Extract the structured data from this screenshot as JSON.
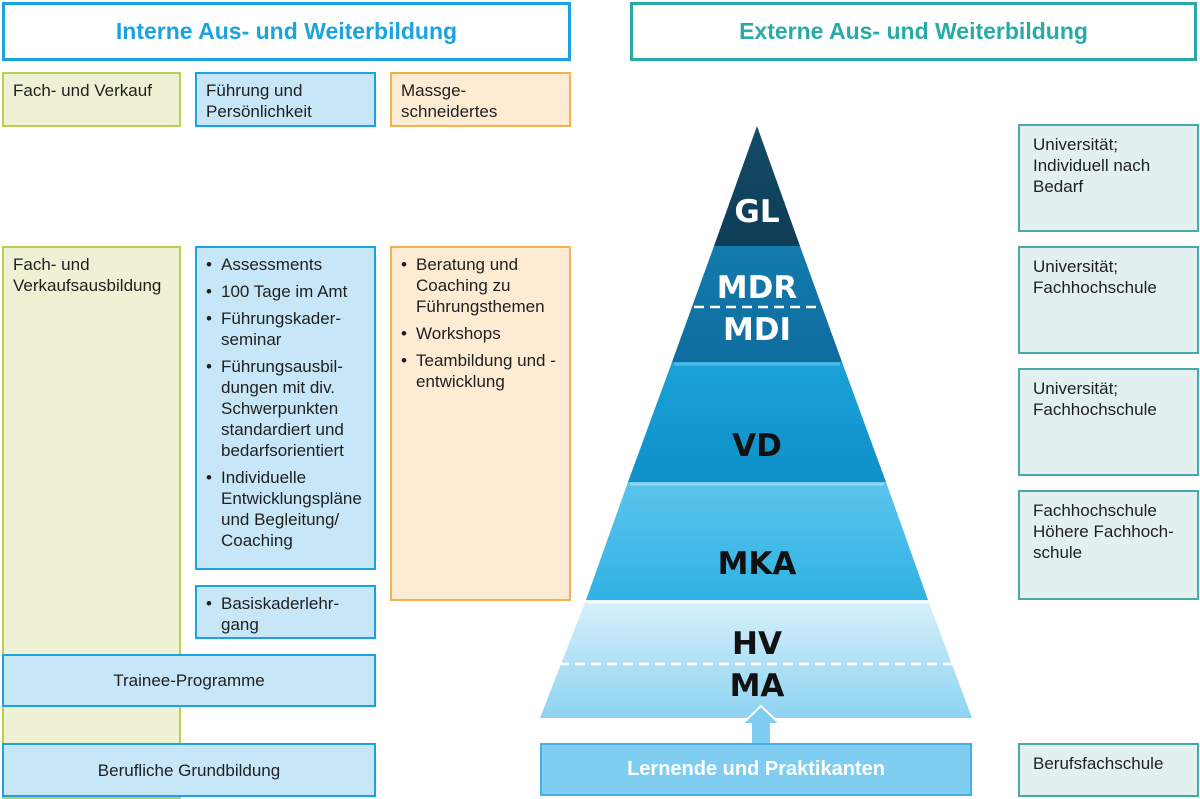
{
  "headers": {
    "internal": "Interne Aus- und Weiterbildung",
    "external": "Externe Aus- und Weiterbildung"
  },
  "internal": {
    "top_green": "Fach- und Verkauf",
    "top_blue": "Führung und Persönlichkeit",
    "top_orange": "Massge-schneidertes",
    "green_main": "Fach- und Verkaufsausbildung",
    "blue_list": [
      "Assessments",
      "100 Tage im Amt",
      "Führungskader-seminar",
      "Führungsausbil-dungen mit div. Schwerpunkten standardiert und bedarfsorientiert",
      "Individuelle Entwicklungspläne und Begleitung/ Coaching"
    ],
    "orange_list": [
      "Beratung und Coaching zu Führungsthemen",
      "Workshops",
      "Teambildung und -entwicklung"
    ],
    "basis_list": [
      "Basiskaderlehr-gang"
    ],
    "trainee": "Trainee-Programme",
    "grundbildung": "Berufliche Grundbildung"
  },
  "pyramid": {
    "levels": [
      "GL",
      "MDR",
      "MDI",
      "VD",
      "MKA",
      "HV",
      "MA"
    ],
    "base": "Lernende und Praktikanten"
  },
  "external": [
    "Universität; Individuell nach Bedarf",
    "Universität; Fachhochschule",
    "Universität; Fachhochschule",
    "Fachhochschule Höhere Fachhoch-schule",
    "Berufsfachschule"
  ],
  "colors": {
    "internal_accent": "#1aa3e0",
    "external_accent": "#2aa9a9",
    "green": "#bccd52",
    "orange": "#f3b04d"
  }
}
